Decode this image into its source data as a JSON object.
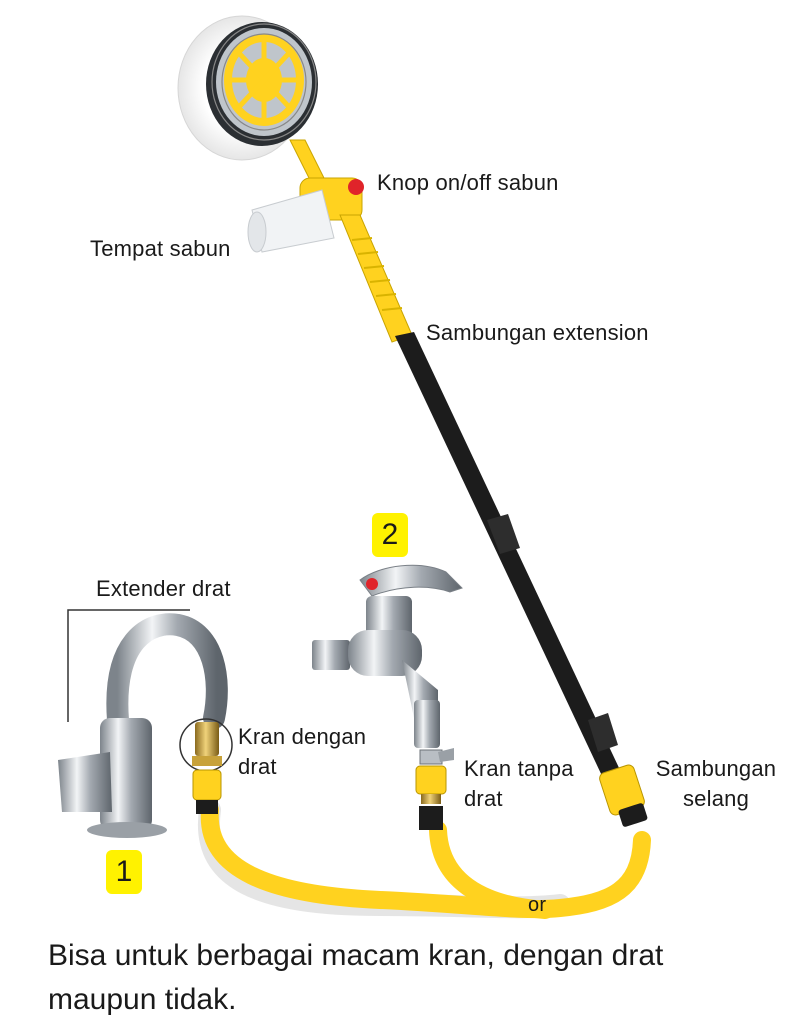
{
  "labels": {
    "soap_switch": "Knop on/off sabun",
    "soap_container": "Tempat sabun",
    "extension_joint": "Sambungan extension",
    "thread_extender": "Extender drat",
    "threaded_tap": "Kran dengan drat",
    "unthreaded_tap": "Kran tanpa drat",
    "hose_joint": "Sambungan selang",
    "or_text": "or"
  },
  "badges": {
    "one": "1",
    "two": "2"
  },
  "caption": "Bisa untuk berbagai macam kran, dengan drat maupun tidak.",
  "colors": {
    "hose_yellow": "#ffd21f",
    "handle_black": "#1c1c1c",
    "badge_yellow": "#fff200",
    "chrome": "#b9bec4",
    "brass": "#c8a23a",
    "switch_red": "#e0242a"
  }
}
